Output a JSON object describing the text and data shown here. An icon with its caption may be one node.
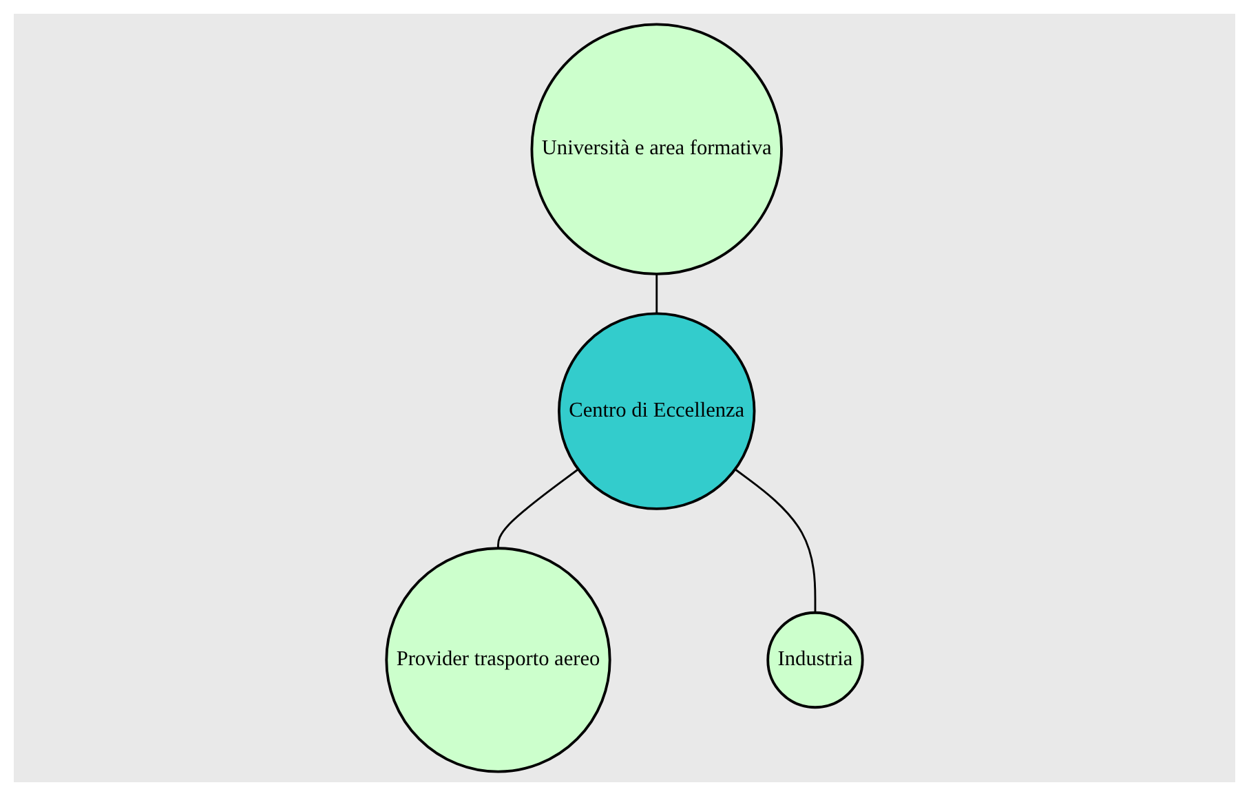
{
  "diagram": {
    "nodes": [
      {
        "text": [
          "Università e area formativa"
        ]
      },
      {
        "text": [
          "Centro di Eccellenza"
        ]
      },
      {
        "text": [
          "Provider trasporto aereo"
        ]
      },
      {
        "text": [
          "Industria"
        ]
      }
    ],
    "edges": [
      {
        "from": 0,
        "to": 1,
        "arrow": "none"
      },
      {
        "from": 1,
        "to": 2,
        "arrow": "none"
      },
      {
        "from": 1,
        "to": 3,
        "arrow": "none"
      }
    ]
  }
}
